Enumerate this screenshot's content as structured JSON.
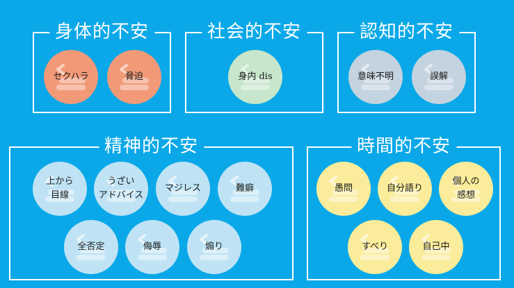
{
  "groups": [
    {
      "title": "身体的不安",
      "items": [
        {
          "label": "セクハラ",
          "color": "#f29a78"
        },
        {
          "label": "脅迫",
          "color": "#f29a78"
        }
      ]
    },
    {
      "title": "社会的不安",
      "items": [
        {
          "label": "身内 dis",
          "color": "#c7e6cb"
        }
      ]
    },
    {
      "title": "認知的不安",
      "items": [
        {
          "label": "意味不明",
          "color": "#c4d3e0"
        },
        {
          "label": "誤解",
          "color": "#c4d3e0"
        }
      ]
    },
    {
      "title": "精神的不安",
      "items": [
        {
          "label": "上から\n目線",
          "color": "#bfe3f5"
        },
        {
          "label": "うざい\nアドバイス",
          "color": "#bfe3f5"
        },
        {
          "label": "マジレス",
          "color": "#bfe3f5"
        },
        {
          "label": "難癖",
          "color": "#bfe3f5"
        },
        {
          "label": "全否定",
          "color": "#bfe3f5"
        },
        {
          "label": "侮辱",
          "color": "#bfe3f5"
        },
        {
          "label": "煽り",
          "color": "#bfe3f5"
        }
      ]
    },
    {
      "title": "時間的不安",
      "items": [
        {
          "label": "愚問",
          "color": "#faec9a"
        },
        {
          "label": "自分語り",
          "color": "#faec9a"
        },
        {
          "label": "個人の\n感想",
          "color": "#faec9a"
        },
        {
          "label": "すべり",
          "color": "#faec9a"
        },
        {
          "label": "自己中",
          "color": "#faec9a"
        }
      ]
    }
  ]
}
